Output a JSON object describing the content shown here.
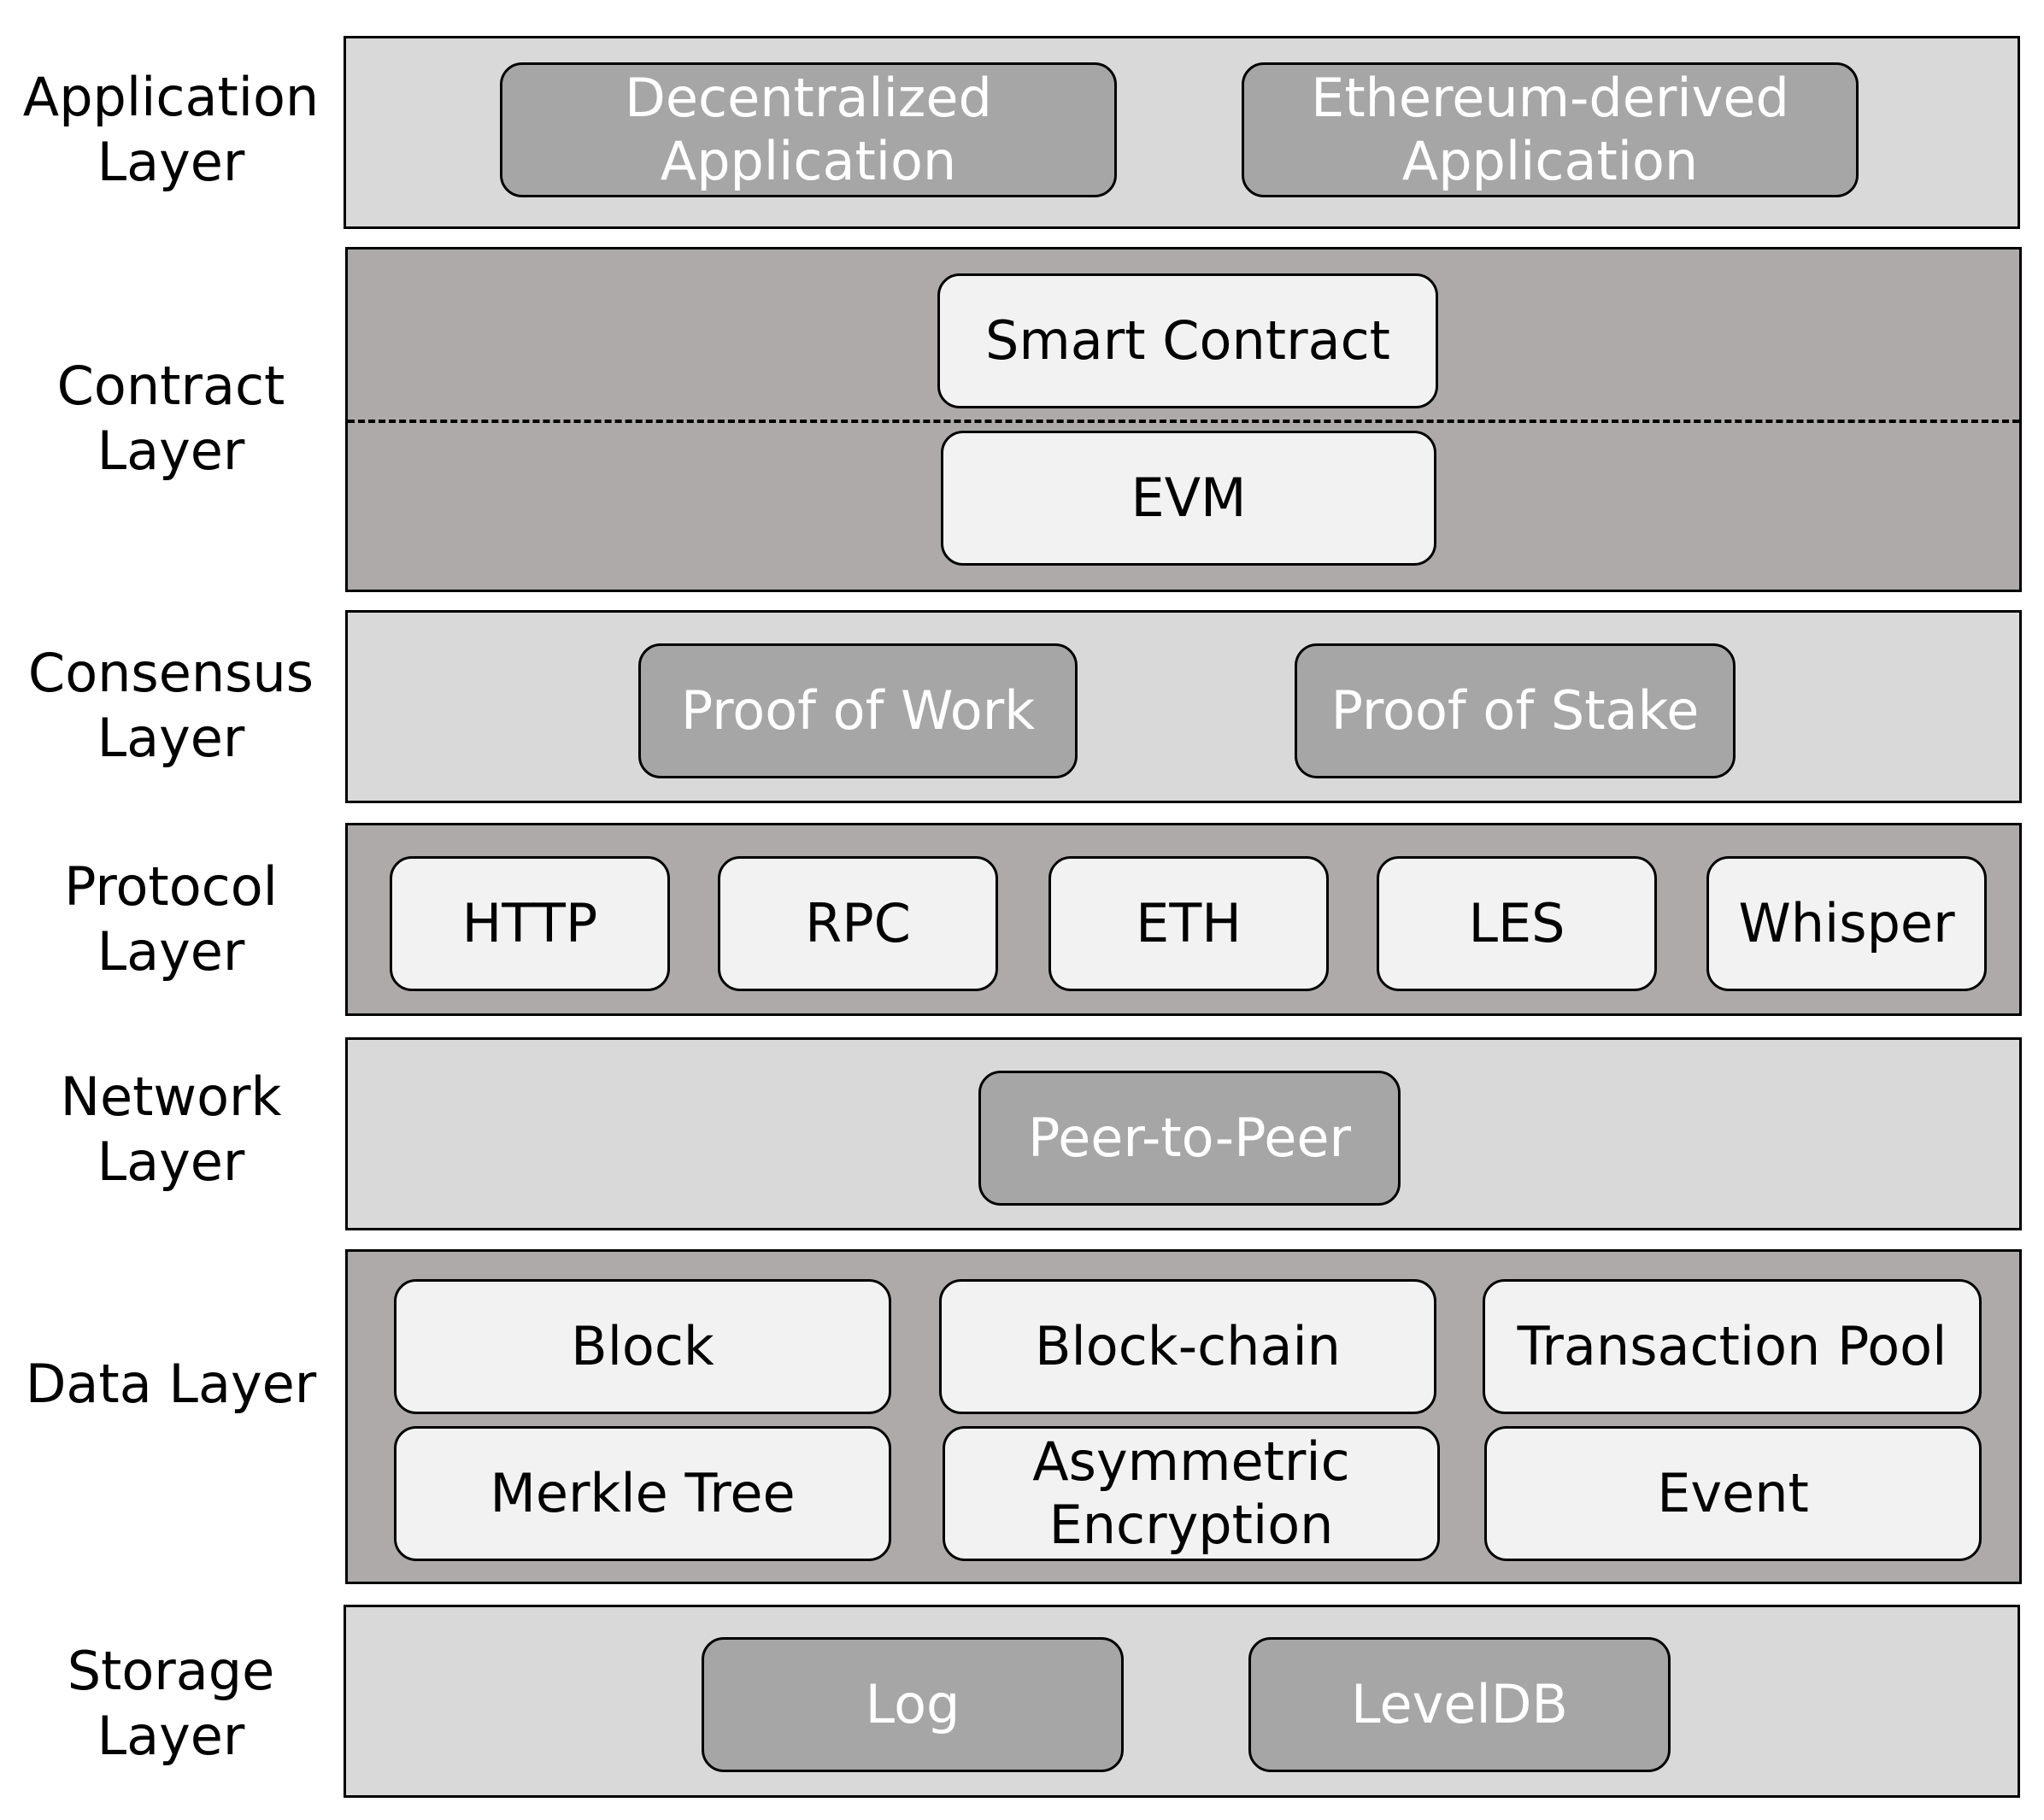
{
  "layers": {
    "application": {
      "label": "Application Layer",
      "components": [
        "Decentralized Application",
        "Ethereum-derived Application"
      ]
    },
    "contract": {
      "label": "Contract Layer",
      "components": [
        "Smart Contract",
        "EVM"
      ]
    },
    "consensus": {
      "label": "Consensus Layer",
      "components": [
        "Proof of Work",
        "Proof of Stake"
      ]
    },
    "protocol": {
      "label": "Protocol Layer",
      "components": [
        "HTTP",
        "RPC",
        "ETH",
        "LES",
        "Whisper"
      ]
    },
    "network": {
      "label": "Network Layer",
      "components": [
        "Peer-to-Peer"
      ]
    },
    "data": {
      "label": "Data Layer",
      "components": [
        "Block",
        "Block-chain",
        "Transaction Pool",
        "Merkle Tree",
        "Asymmetric Encryption",
        "Event"
      ]
    },
    "storage": {
      "label": "Storage Layer",
      "components": [
        "Log",
        "LevelDB"
      ]
    }
  },
  "colors": {
    "light_band": "#d9d9d9",
    "dark_band": "#aeaaaa",
    "dark_box": "#a6a6a6",
    "light_box": "#f2f2f2"
  }
}
